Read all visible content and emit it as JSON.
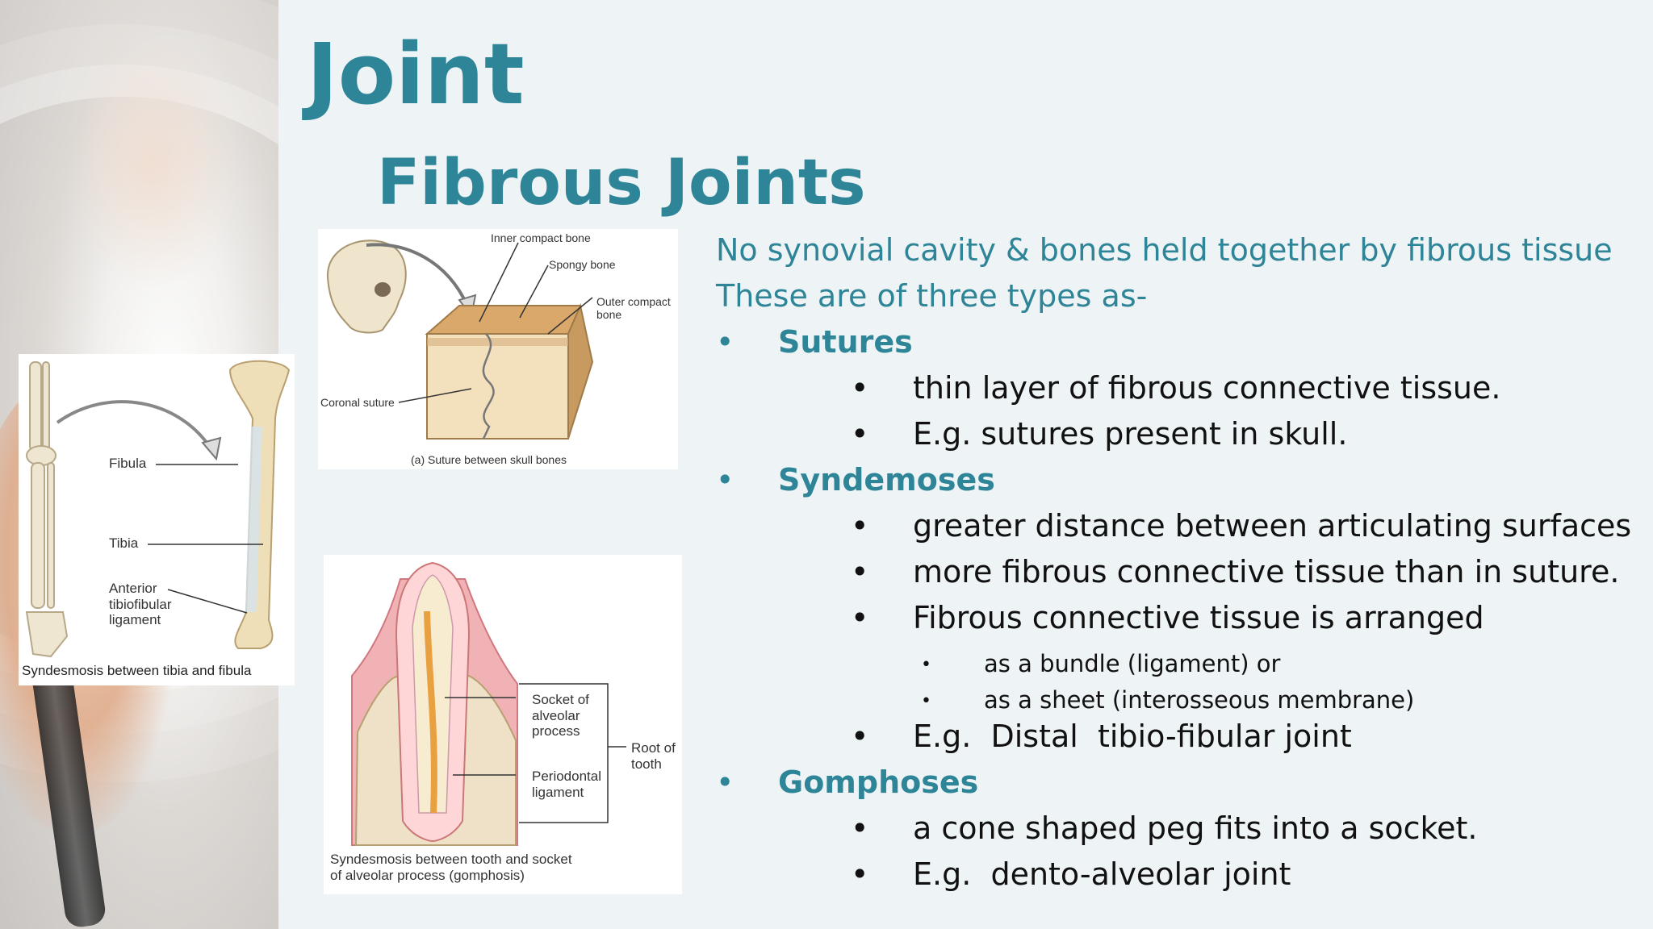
{
  "slide": {
    "title": "Joint",
    "subtitle": "Fibrous Joints"
  },
  "figures": {
    "tibia_fibula": {
      "labels": {
        "fibula": "Fibula",
        "tibia": "Tibia",
        "anterior": "Anterior\ntibiofibular\nligament"
      },
      "caption": "Syndesmosis between tibia and fibula"
    },
    "skull": {
      "labels": {
        "inner": "Inner compact bone",
        "spongy": "Spongy bone",
        "outer": "Outer compact\nbone",
        "coronal": "Coronal suture"
      },
      "caption": "(a) Suture between skull bones"
    },
    "tooth": {
      "labels": {
        "socket": "Socket of\nalveolar\nprocess",
        "periodontal": "Periodontal\nligament",
        "root": "Root of\ntooth"
      },
      "caption": "Syndesmosis between tooth and socket\nof alveolar process (gomphosis)"
    }
  },
  "content": {
    "intro1": "No synovial cavity & bones held together by fibrous tissue",
    "intro2": "These are of three types as-",
    "bullet": "•",
    "sutures": {
      "heading": "Sutures",
      "items": [
        "thin layer of fibrous connective tissue.",
        "E.g. sutures present in skull."
      ]
    },
    "syndemoses": {
      "heading": "Syndemoses",
      "items": [
        "greater distance between articulating surfaces",
        "more fibrous connective tissue than in suture.",
        "Fibrous connective tissue is arranged"
      ],
      "subitems": [
        "as a bundle (ligament) or",
        "as a sheet (interosseous membrane)"
      ],
      "example": "E.g.  Distal  tibio-fibular joint"
    },
    "gomphoses": {
      "heading": "Gomphoses",
      "items": [
        "a cone shaped peg fits into a socket.",
        "E.g.  dento-alveolar joint"
      ]
    }
  }
}
